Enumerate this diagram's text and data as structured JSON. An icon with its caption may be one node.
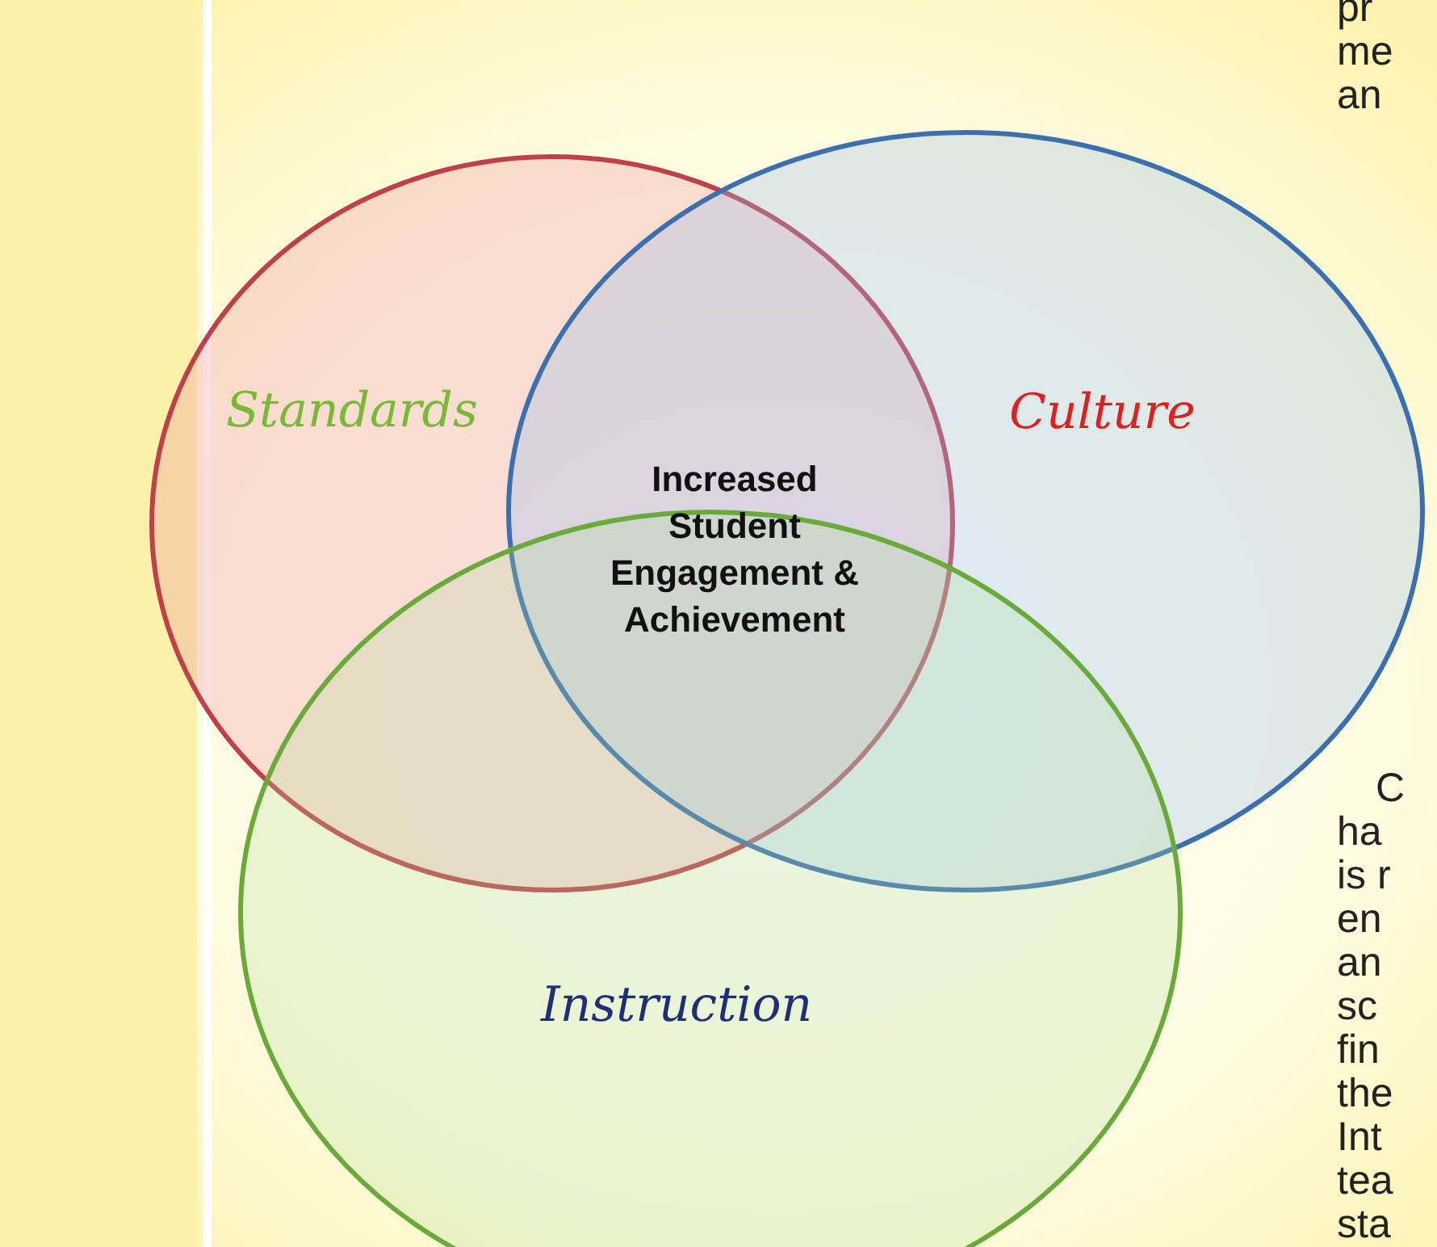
{
  "diagram": {
    "nodes": [
      {
        "text": [
          "Standards"
        ]
      },
      {
        "text": [
          "Culture"
        ]
      },
      {
        "text": [
          "Instruction"
        ]
      }
    ],
    "labels": [
      "Increased Student Engagement & Achievement",
      "pr",
      "me",
      "an",
      "C",
      "ha",
      "is r",
      "en",
      "an",
      "sc",
      "fin",
      "the",
      "Int",
      "tea",
      "sta"
    ]
  }
}
